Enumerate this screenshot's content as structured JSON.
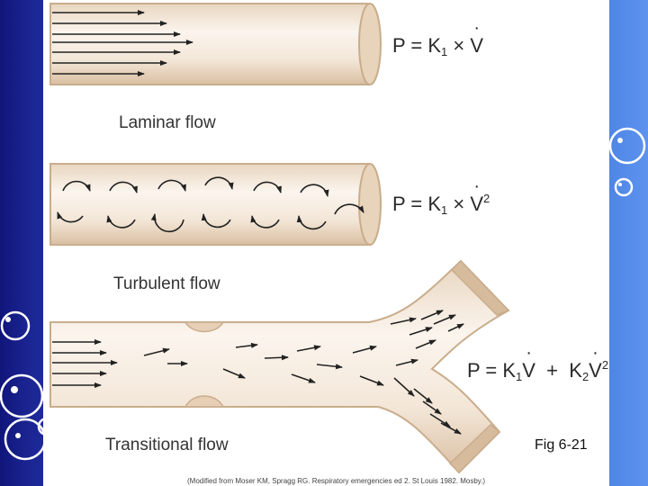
{
  "labels": {
    "laminar": "Laminar flow",
    "turbulent": "Turbulent flow",
    "transitional": "Transitional flow"
  },
  "equations": {
    "laminar": {
      "p": "P = K",
      "k_sub": "1",
      "op": " × ",
      "v": "V"
    },
    "turbulent": {
      "p": "P = K",
      "k_sub": "1",
      "op": " × ",
      "v": "V",
      "exp": "2"
    },
    "transitional": {
      "p": "P = K",
      "k1_sub": "1",
      "v1": "V",
      "plus": "  +  K",
      "k2_sub": "2",
      "v2": "V",
      "exp": "2"
    }
  },
  "figure_label": "Fig 6-21",
  "credit": "(Modified from Moser KM, Spragg RG. Respiratory emergencies ed 2. St Louis 1982. Mosby.)",
  "colors": {
    "left_bar": "#1a2390",
    "right_bar": "#5d93ee",
    "tube_fill": "#f1e4d4",
    "tube_edge": "#c9ad8c",
    "arrow": "#222222"
  }
}
